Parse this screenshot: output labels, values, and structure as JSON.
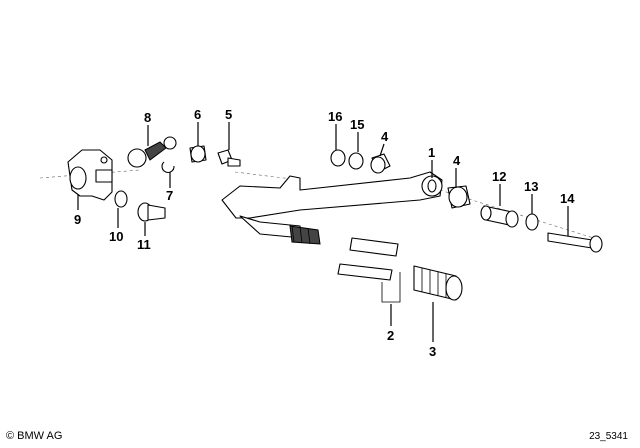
{
  "callouts": {
    "c1": "1",
    "c2": "2",
    "c3": "3",
    "c4a": "4",
    "c4b": "4",
    "c5": "5",
    "c6": "6",
    "c7": "7",
    "c8": "8",
    "c9": "9",
    "c10": "10",
    "c11": "11",
    "c12": "12",
    "c13": "13",
    "c14": "14",
    "c15": "15",
    "c16": "16"
  },
  "footer": {
    "brand": "© BMW AG",
    "drawing_number": "23_5341"
  }
}
